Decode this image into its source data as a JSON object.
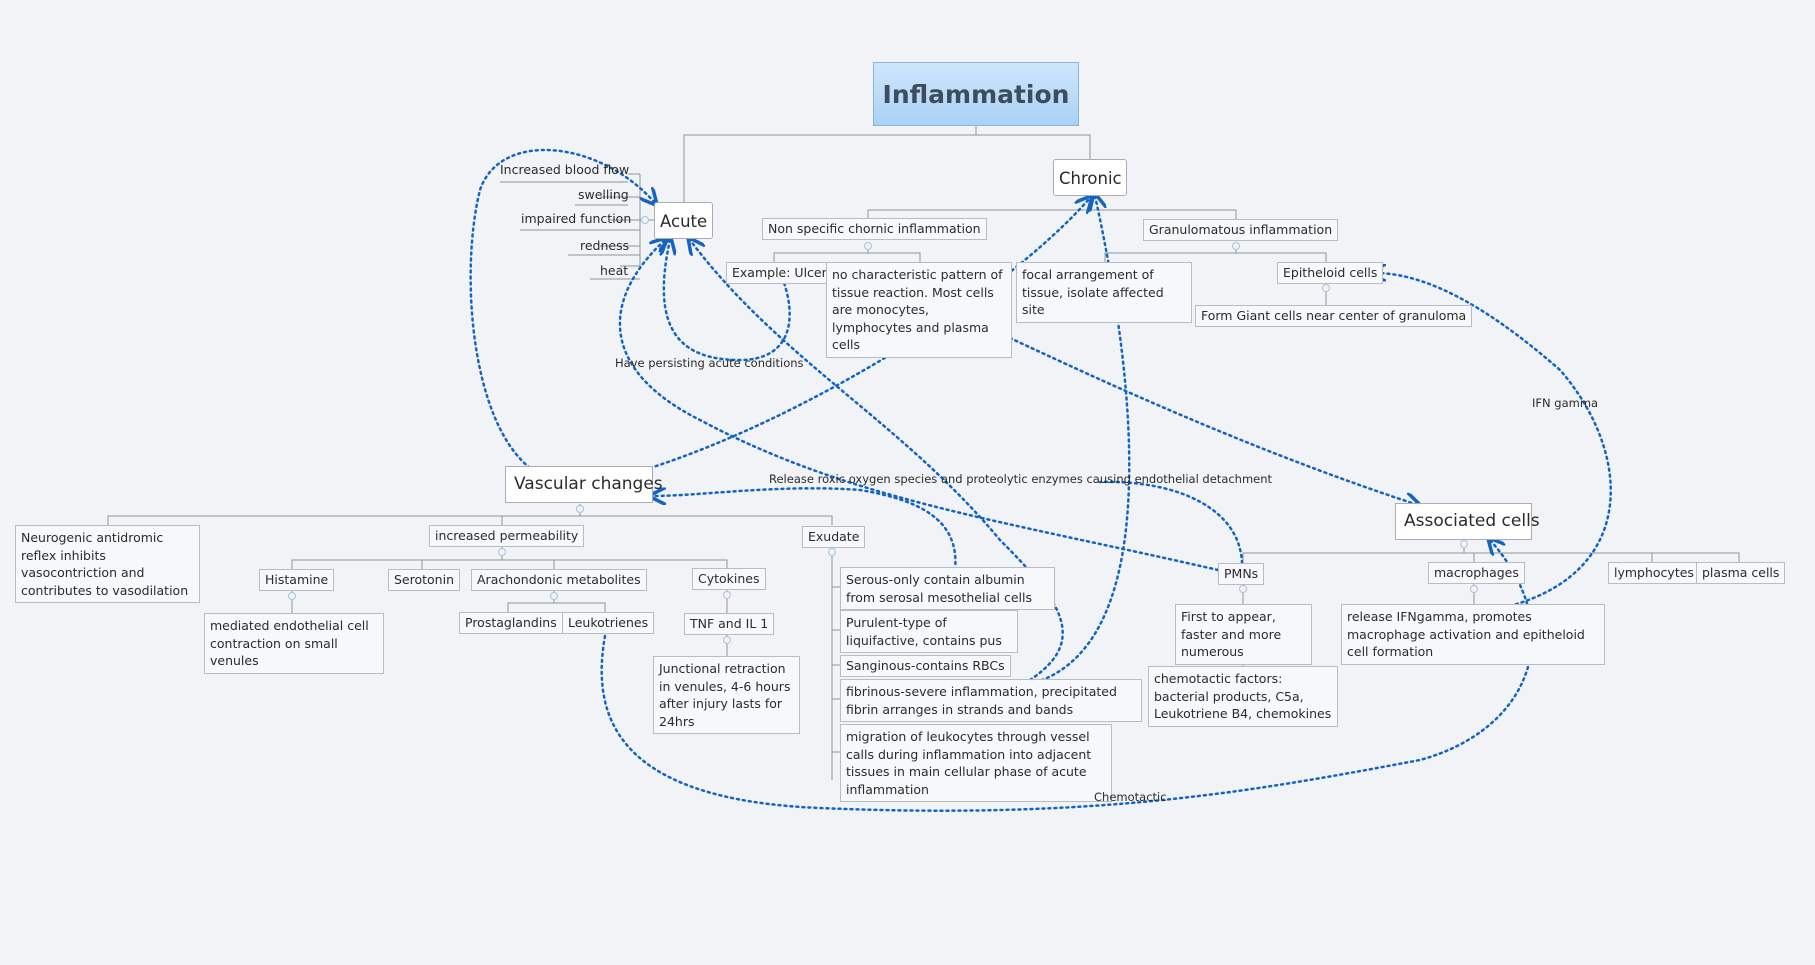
{
  "root": {
    "label": "Inflammation"
  },
  "acute": {
    "label": "Acute",
    "signs": [
      "Increased blood flow",
      "swelling",
      "impaired function",
      "redness",
      "heat"
    ]
  },
  "chronic": {
    "label": "Chronic",
    "nonspecific": {
      "label": "Non specific chornic inflammation",
      "example": "Example: Ulcer",
      "pattern": "no characteristic pattern of tissue reaction. Most cells are monocytes, lymphocytes and plasma cells"
    },
    "granulomatous": {
      "label": "Granulomatous inflammation",
      "focal": "focal arrangement of tissue, isolate affected site",
      "epitheloid": "Epitheloid cells",
      "giant": "Form Giant cells near center of granuloma"
    }
  },
  "vascular": {
    "label": "Vascular changes",
    "neurogenic": "Neurogenic antidromic reflex inhibits vasocontriction and contributes to vasodilation",
    "permeability": {
      "label": "increased permeability",
      "histamine": "Histamine",
      "histamine_note": "mediated endothelial cell contraction on small venules",
      "serotonin": "Serotonin",
      "arachidonic": "Arachondonic metabolites",
      "prostaglandins": "Prostaglandins",
      "leukotrienes": "Leukotrienes",
      "cytokines": "Cytokines",
      "tnf": "TNF and IL 1",
      "junctional": "Junctional retraction in venules, 4-6 hours after injury lasts for 24hrs"
    },
    "exudate": {
      "label": "Exudate",
      "items": [
        "Serous-only contain albumin from serosal mesothelial cells",
        "Purulent-type of liquifactive, contains pus",
        "Sanginous-contains RBCs",
        "fibrinous-severe inflammation, precipitated fibrin arranges in strands and bands",
        "migration of leukocytes through vessel calls during inflammation into adjacent tissues in main cellular phase of acute inflammation"
      ]
    }
  },
  "associated": {
    "label": "Associated cells",
    "pmns": "PMNs",
    "pmns_first": "First to appear, faster and more numerous",
    "pmns_factors": "chemotactic factors: bacterial products, C5a, Leukotriene B4, chemokines",
    "macrophages": "macrophages",
    "macrophages_note": "release IFNgamma, promotes macrophage activation and epitheloid cell formation",
    "lymphocytes": "lymphocytes",
    "plasma": "plasma cells"
  },
  "relationships": {
    "persisting": "Have persisting acute conditions",
    "oxygen": "Release roxic oxygen species and proteolytic enzymes causing endothelial detachment",
    "ifn": "IFN gamma",
    "chemotactic": "Chemotactic"
  },
  "colors": {
    "line": "#8f9399",
    "relationship": "#1565c0",
    "root_fill": "#b8dbf8"
  }
}
